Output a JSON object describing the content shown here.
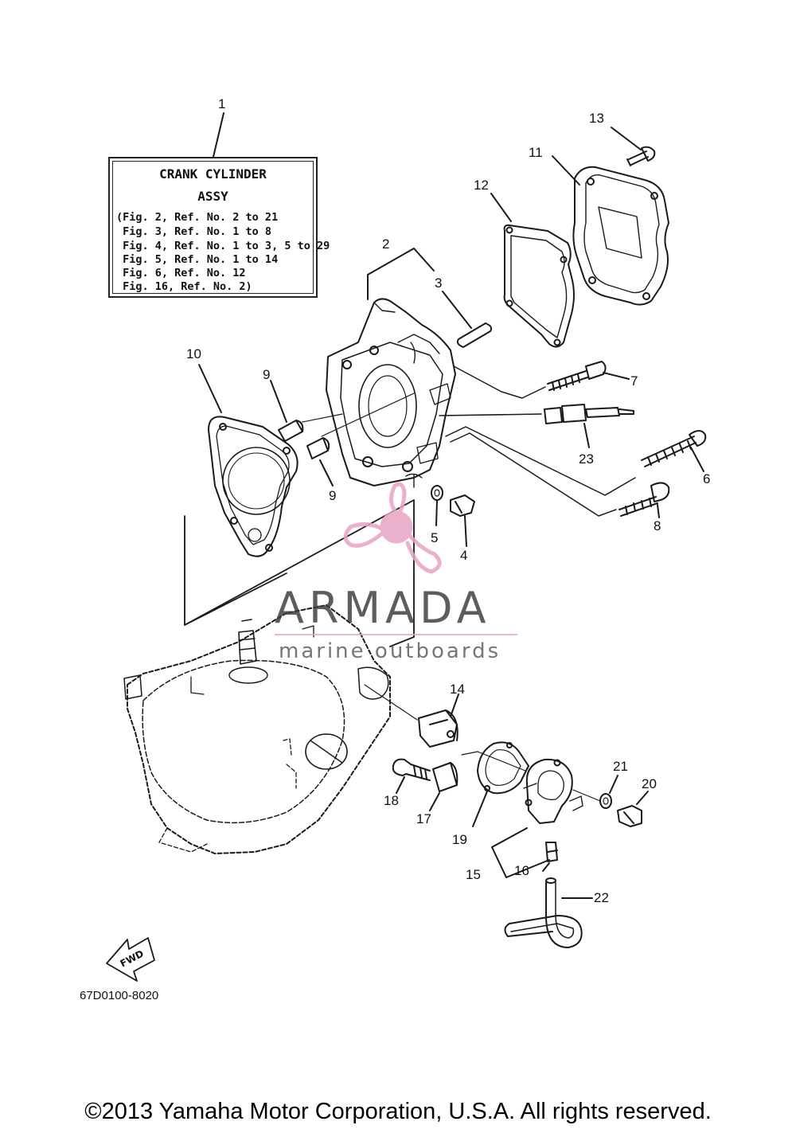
{
  "legend": {
    "title_line1": "CRANK CYLINDER",
    "title_line2": "ASSY",
    "lines": [
      "(Fig. 2, Ref. No. 2 to 21",
      " Fig. 3, Ref. No. 1 to 8",
      " Fig. 4, Ref. No. 1 to 3, 5 to 29",
      " Fig. 5, Ref. No. 1 to 14",
      " Fig. 6, Ref. No. 12",
      " Fig. 16, Ref. No. 2)"
    ]
  },
  "callouts": [
    "1",
    "2",
    "3",
    "4",
    "5",
    "6",
    "7",
    "8",
    "9",
    "9",
    "10",
    "11",
    "12",
    "13",
    "14",
    "15",
    "16",
    "17",
    "18",
    "19",
    "20",
    "21",
    "22",
    "23"
  ],
  "watermark": {
    "word": "ARMADA",
    "sub": "marine outboards",
    "colors": {
      "pink": "#e8a4c4",
      "text": "#3a3a3a"
    }
  },
  "fwd_label": "FWD",
  "part_code": "67D0100-8020",
  "copyright": "©2013 Yamaha Motor Corporation, U.S.A. All rights reserved."
}
